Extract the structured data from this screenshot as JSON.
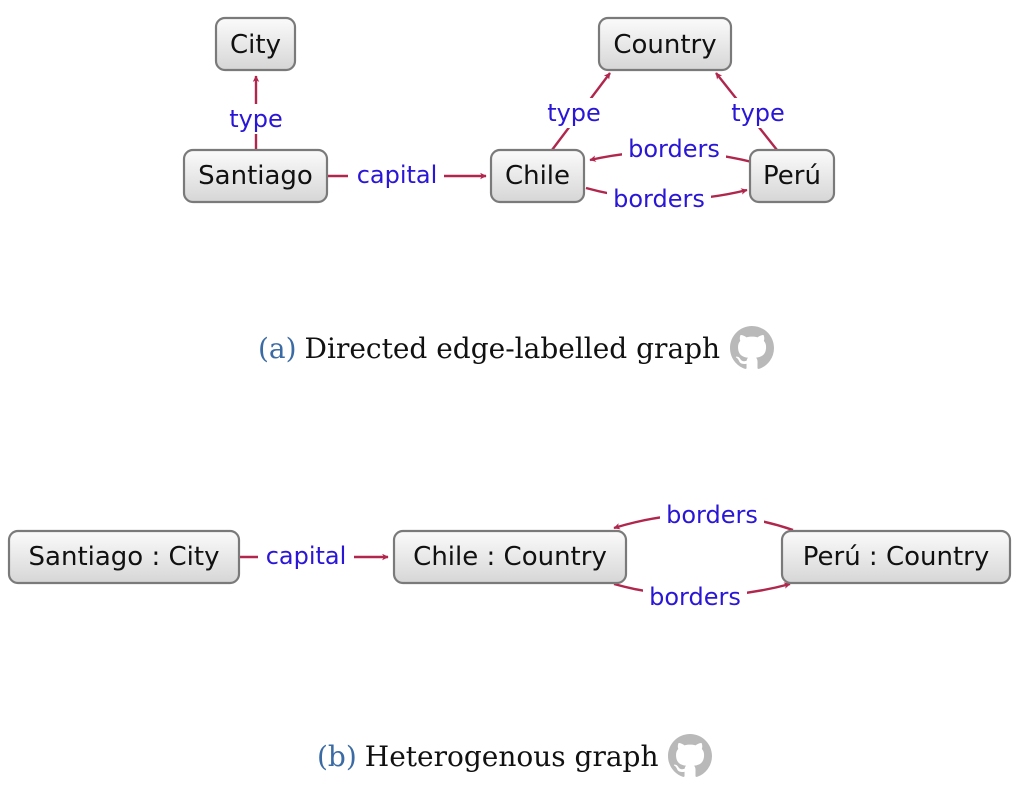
{
  "diagram_a": {
    "nodes": {
      "city": "City",
      "country": "Country",
      "santiago": "Santiago",
      "chile": "Chile",
      "peru": "Perú"
    },
    "edges": {
      "santiago_type": "type",
      "chile_type": "type",
      "peru_type": "type",
      "capital": "capital",
      "peru_borders_chile": "borders",
      "chile_borders_peru": "borders"
    },
    "caption": {
      "label": "(a)",
      "text": "Directed edge-labelled graph"
    }
  },
  "diagram_b": {
    "nodes": {
      "santiago": "Santiago : City",
      "chile": "Chile : Country",
      "peru": "Perú : Country"
    },
    "edges": {
      "capital": "capital",
      "peru_borders_chile": "borders",
      "chile_borders_peru": "borders"
    },
    "caption": {
      "label": "(b)",
      "text": "Heterogenous graph"
    }
  },
  "icons": {
    "caption_icon": "github-icon"
  },
  "colors": {
    "edge": "#b0264c",
    "edge_label": "#2a16d6",
    "caption_label": "#3b6ba5"
  }
}
